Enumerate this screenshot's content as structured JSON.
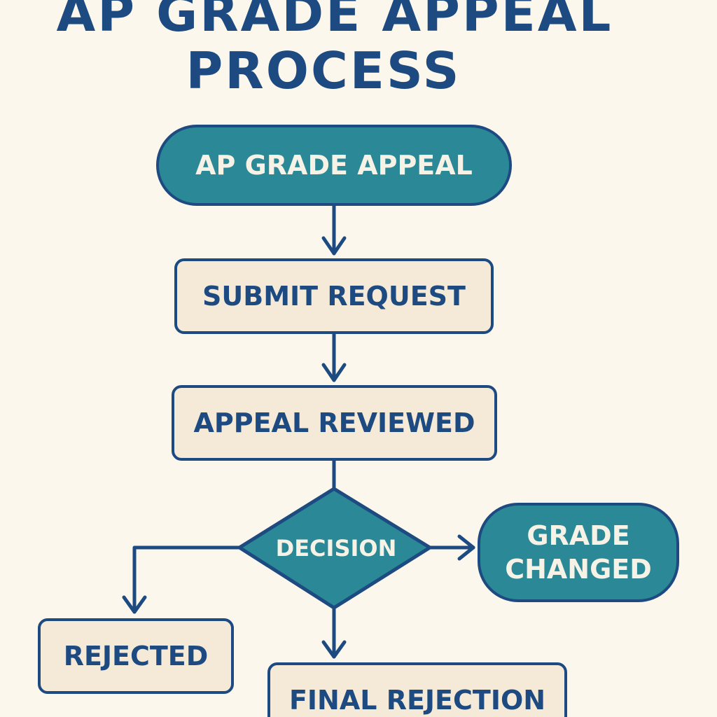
{
  "diagram": {
    "title_line_1": "AP GRADE APPEAL",
    "title_line_2": "PROCESS",
    "nodes": {
      "start": "AP GRADE APPEAL",
      "submit": "SUBMIT REQUEST",
      "reviewed": "APPEAL REVIEWED",
      "decision": "DECISION",
      "changed": "GRADE CHANGED",
      "rejected": "REJECTED",
      "final": "FINAL REJECTION"
    },
    "colors": {
      "background": "#fbf7ec",
      "outline_navy": "#1d4a80",
      "teal_fill": "#2b8896",
      "box_fill": "#f4ead7",
      "light_text": "#f6f2e6"
    }
  }
}
